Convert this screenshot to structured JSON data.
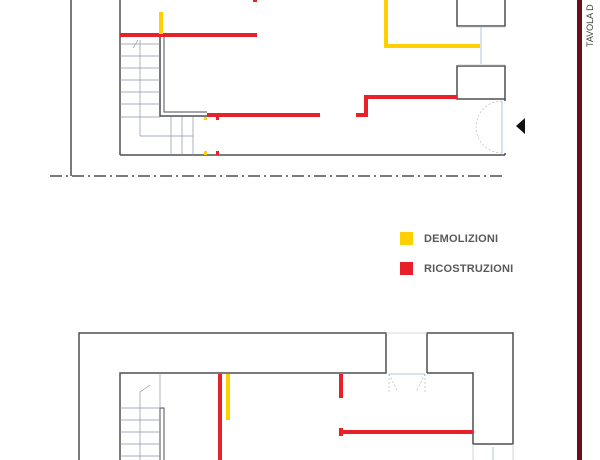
{
  "legend": {
    "items": [
      {
        "label": "DEMOLIZIONI",
        "color": "#ffd000"
      },
      {
        "label": "RICOSTRUZIONI",
        "color": "#e8202a"
      }
    ]
  },
  "side_panel": {
    "title": "TAVOLA D",
    "bar_color": "#6b0f1a"
  },
  "icons": {
    "entrance_marker": "triangle-left-icon"
  }
}
